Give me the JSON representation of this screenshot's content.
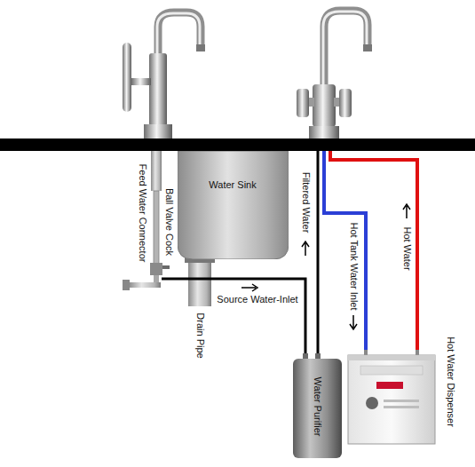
{
  "diagram": {
    "nodes": [
      {
        "text": [
          "Water Sink"
        ]
      },
      {
        "text": [
          "Water Purifier"
        ]
      },
      {
        "text": [
          "Hot Water Dispenser"
        ]
      }
    ],
    "labels": [
      "Feed Water Connector",
      "Ball Valve Cock",
      "Filtered Water",
      "Source Water-Inlet",
      "Drain Pipe",
      "Hot Tank Water Inlet",
      "Hot Water"
    ]
  }
}
